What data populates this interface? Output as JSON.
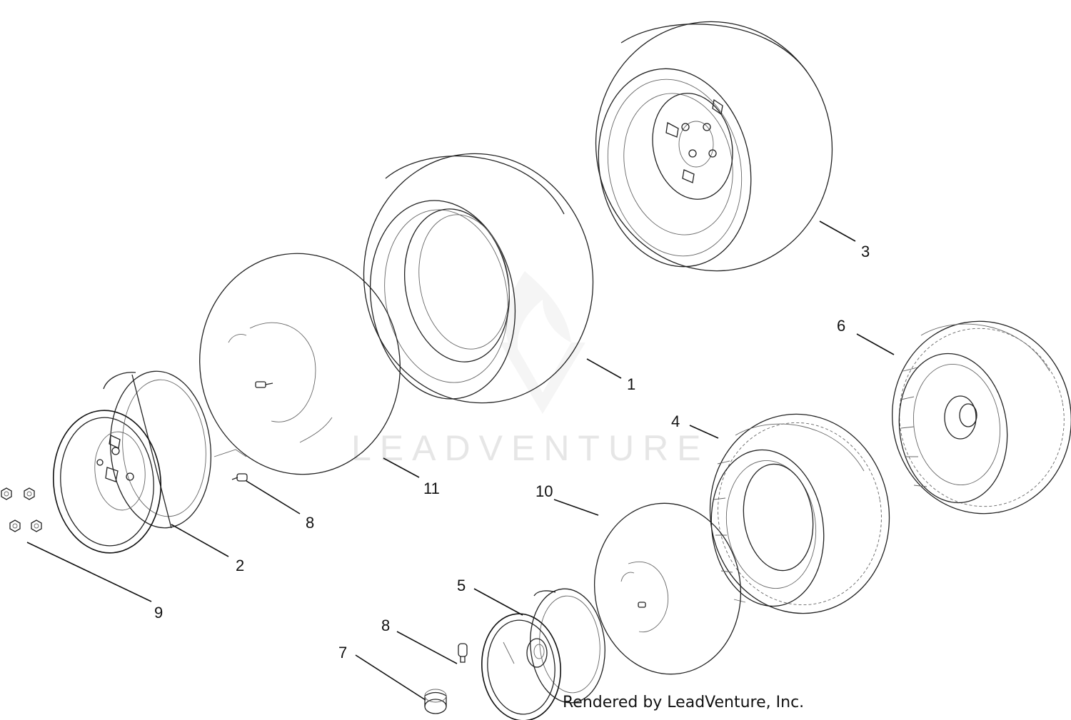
{
  "diagram": {
    "watermark": "LEADVENTURE",
    "footer": "Rendered by LeadVenture, Inc.",
    "callouts": [
      "1",
      "2",
      "3",
      "4",
      "5",
      "6",
      "7",
      "8",
      "8",
      "9",
      "10",
      "11"
    ]
  },
  "colors": {
    "line": "#222222",
    "watermark": "#e6e6e6",
    "background": "#ffffff"
  }
}
